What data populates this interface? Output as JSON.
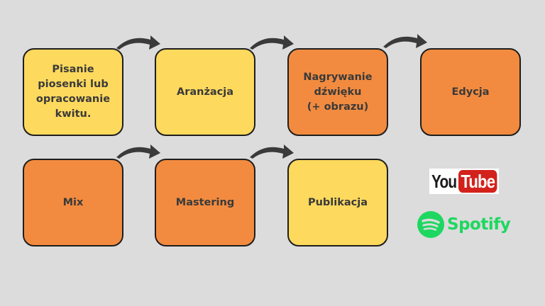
{
  "steps": [
    {
      "label": "Pisanie\npiosenki lub\nopracowanie\nkwitu.",
      "color": "#fdd95d"
    },
    {
      "label": "Aranżacja",
      "color": "#fdd95d"
    },
    {
      "label": "Nagrywanie\ndźwięku\n(+ obrazu)",
      "color": "#f28b3f"
    },
    {
      "label": "Edycja",
      "color": "#f28b3f"
    },
    {
      "label": "Mix",
      "color": "#f28b3f"
    },
    {
      "label": "Mastering",
      "color": "#f28b3f"
    },
    {
      "label": "Publikacja",
      "color": "#fdd95d"
    }
  ],
  "platforms": {
    "youtube_you": "You",
    "youtube_tube": "Tube",
    "spotify": "Spotify"
  }
}
